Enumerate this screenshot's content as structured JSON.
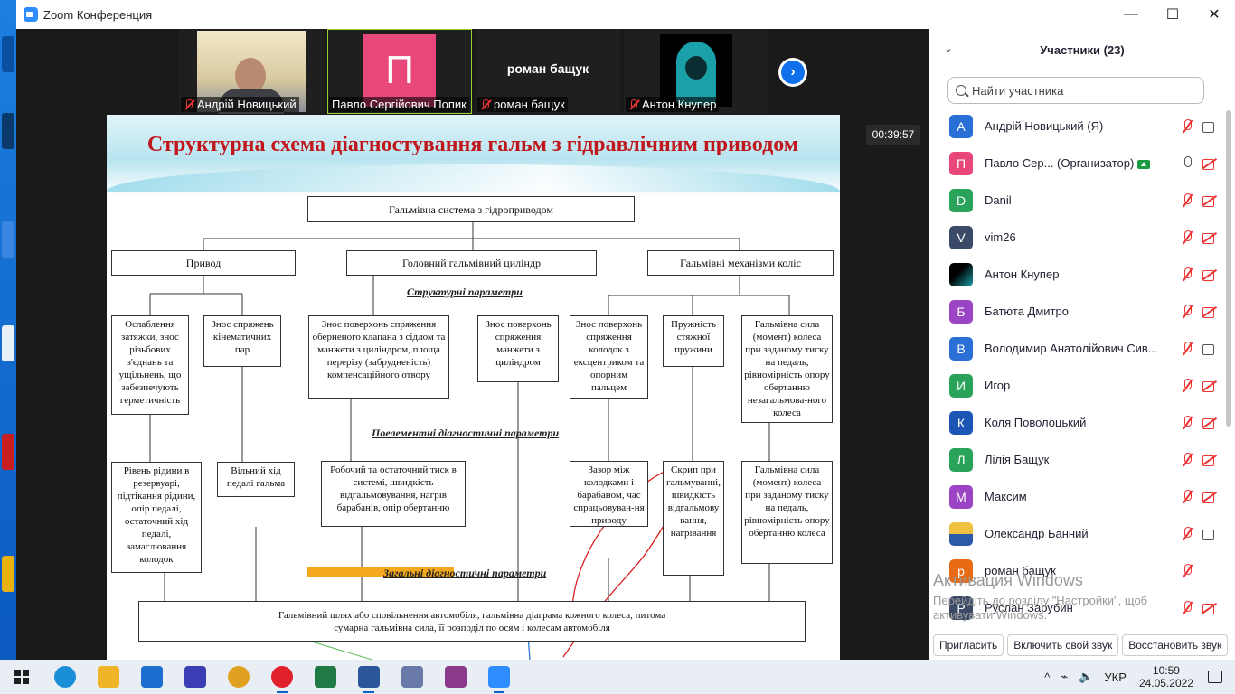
{
  "window": {
    "title": "Zoom Конференция",
    "min": "—",
    "max": "☐",
    "close": "✕"
  },
  "thumbnails": [
    {
      "name": "Андрій Новицький",
      "kind": "video"
    },
    {
      "name": "Павло Сергійович Попик",
      "kind": "avatar",
      "initial": "П"
    },
    {
      "name": "роман бащук",
      "kind": "name",
      "center": "роман бащук"
    },
    {
      "name": "Антон Кнупер",
      "kind": "image"
    }
  ],
  "next_arrow": "›",
  "timer": "00:39:57",
  "slide": {
    "title": "Структурна схема діагностування гальм з гідравлічним приводом",
    "root": "Гальмівна система з гідроприводом",
    "level1": [
      "Привод",
      "Головний гальмівний циліндр",
      "Гальмівні механізми коліс"
    ],
    "section1": "Структурні параметри",
    "section2": "Поелементні діагностичні параметри",
    "section3": "Загальні діагностичні параметри",
    "structural": [
      "Ослаблення затяжки, знос різьбових з'єднань та ущільнень, що забезпечують герметичність",
      "Знос спряжень кінематичних пар",
      "Знос поверхонь спряження оберненого клапана з сідлом та манжети з циліндром, площа перерізу (забрудненість) компенсаційного отвору",
      "Знос поверхонь спряження манжети з циліндром",
      "Знос поверхонь спряження колодок з ексцентриком та опорним пальцем",
      "Пружність стяжної пружини",
      "Гальмівна сила (момент) колеса при заданому тиску на педаль, рівномірність опору обертанню незагальмова-ного колеса"
    ],
    "elemental": [
      "Рівень рідини в резервуарі, підтікання рідини, опір педалі, остаточний хід педалі, замаслювання колодок",
      "Вільний хід педалі гальма",
      "Робочий та остаточний тиск в системі, швидкість відгальмовування, нагрів барабанів, опір обертанню",
      "Зазор між колодками і барабаном, час спрацьовуван-ня приводу",
      "Скрип при гальмуванні, швидкість відгальмову вання, нагрівання",
      "Гальмівна сила (момент) колеса при заданому тиску на педаль, рівномірність опору обертанню колеса"
    ],
    "general": "Гальмівний шлях або сповільнення автомобіля, гальмівна діаграма кожного колеса, питома сумарна гальмівна сила, її розподіл по осям і колесам автомобіля"
  },
  "panel": {
    "title": "Участники (23)",
    "search_placeholder": "Найти участника",
    "participants": [
      {
        "initial": "А",
        "color": "#2a6fd6",
        "name": "Андрій Новицький (Я)",
        "mic": "muted",
        "cam": "on"
      },
      {
        "initial": "П",
        "color": "#e8477a",
        "name": "Павло Сер... (Организатор)",
        "mic": "on",
        "cam": "off",
        "badge": true
      },
      {
        "initial": "D",
        "color": "#2aa35a",
        "name": "Danil",
        "mic": "muted",
        "cam": "off"
      },
      {
        "initial": "V",
        "color": "#3b4a66",
        "name": "vim26",
        "mic": "muted",
        "cam": "off"
      },
      {
        "initial": "",
        "color": "#000000",
        "name": "Антон Кнупер",
        "mic": "muted",
        "cam": "off",
        "img": "img1"
      },
      {
        "initial": "Б",
        "color": "#9b44c4",
        "name": "Батюта Дмитро",
        "mic": "muted",
        "cam": "off"
      },
      {
        "initial": "В",
        "color": "#2a6fd6",
        "name": "Володимир Анатолійович Сив...",
        "mic": "muted",
        "cam": "on"
      },
      {
        "initial": "И",
        "color": "#2aa35a",
        "name": "Игор",
        "mic": "muted",
        "cam": "off"
      },
      {
        "initial": "К",
        "color": "#1b56b5",
        "name": "Коля Поволоцький",
        "mic": "muted",
        "cam": "off"
      },
      {
        "initial": "Л",
        "color": "#2aa35a",
        "name": "Лілія Бащук",
        "mic": "muted",
        "cam": "off"
      },
      {
        "initial": "М",
        "color": "#9b44c4",
        "name": "Максим",
        "mic": "muted",
        "cam": "off"
      },
      {
        "initial": "",
        "color": "#2a5aa8",
        "name": "Олександр Банний",
        "mic": "muted",
        "cam": "on",
        "img": "img2"
      },
      {
        "initial": "р",
        "color": "#e86a12",
        "name": "роман бащук",
        "mic": "muted",
        "cam": "none"
      },
      {
        "initial": "Р",
        "color": "#3b4a66",
        "name": "Руслан Зарубин",
        "mic": "muted",
        "cam": "off"
      }
    ],
    "invite": "Пригласить",
    "unmute": "Включить свой звук",
    "restore": "Восстановить звук"
  },
  "watermark": {
    "line1": "Активация Windows",
    "line2": "Перейдіть до розділу \"Настройки\", щоб",
    "line3": "активувати Windows."
  },
  "taskbar": {
    "apps": [
      {
        "name": "edge",
        "color": "#1a8fd8"
      },
      {
        "name": "file-explorer",
        "color": "#f0b428"
      },
      {
        "name": "mail",
        "color": "#1a6fd0"
      },
      {
        "name": "save",
        "color": "#3b3fb5"
      },
      {
        "name": "chrome",
        "color": "#e0a020"
      },
      {
        "name": "opera",
        "color": "#e0202a"
      },
      {
        "name": "excel",
        "color": "#1f7a44"
      },
      {
        "name": "word",
        "color": "#2b579a"
      },
      {
        "name": "search-tool",
        "color": "#6a7aa8"
      },
      {
        "name": "winrar",
        "color": "#8a3a8a"
      },
      {
        "name": "zoom",
        "color": "#2d8cff"
      }
    ],
    "lang": "УКР",
    "time": "10:59",
    "date": "24.05.2022",
    "tray_up": "^",
    "tray_net": "⌁",
    "tray_vol": "🔈"
  }
}
